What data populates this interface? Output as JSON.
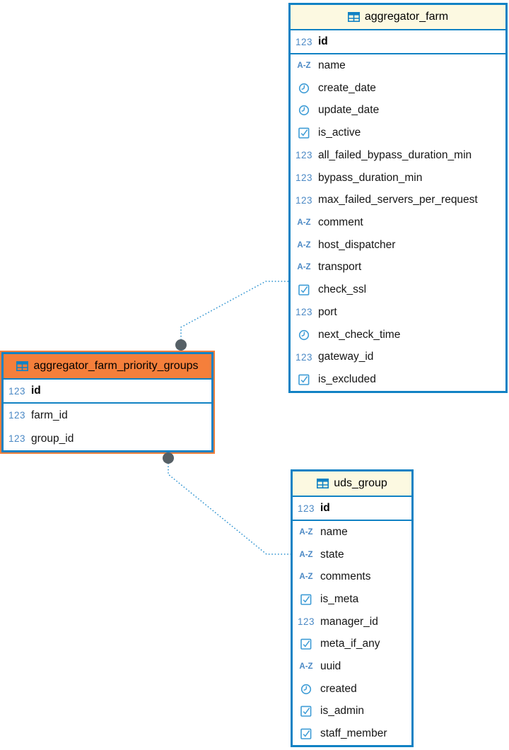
{
  "diagram": {
    "title": "database-entity-relationship-diagram",
    "colors": {
      "table_border": "#1182C4",
      "header_default_bg": "#FCF9E1",
      "header_selected_bg": "#F57F3B",
      "selection_outline": "#F57F3B",
      "relation_line": "#2E93D0",
      "anchor_dot": "#566066",
      "type_icon_text": "#4B89C5",
      "column_text": "#151515"
    },
    "type_icons": {
      "number": {
        "icon": "numeric-type-icon",
        "glyph": "123"
      },
      "text": {
        "icon": "text-type-icon",
        "glyph": "A-Z"
      },
      "datetime": {
        "icon": "datetime-type-icon",
        "glyph": "clock"
      },
      "boolean": {
        "icon": "boolean-type-icon",
        "glyph": "checkbox"
      }
    },
    "tables": [
      {
        "name": "aggregator_farm",
        "selected": false,
        "primary_key_columns": [
          {
            "name": "id",
            "type": "number"
          }
        ],
        "columns": [
          {
            "name": "name",
            "type": "text"
          },
          {
            "name": "create_date",
            "type": "datetime"
          },
          {
            "name": "update_date",
            "type": "datetime"
          },
          {
            "name": "is_active",
            "type": "boolean"
          },
          {
            "name": "all_failed_bypass_duration_min",
            "type": "number"
          },
          {
            "name": "bypass_duration_min",
            "type": "number"
          },
          {
            "name": "max_failed_servers_per_request",
            "type": "number"
          },
          {
            "name": "comment",
            "type": "text"
          },
          {
            "name": "host_dispatcher",
            "type": "text"
          },
          {
            "name": "transport",
            "type": "text"
          },
          {
            "name": "check_ssl",
            "type": "boolean"
          },
          {
            "name": "port",
            "type": "number"
          },
          {
            "name": "next_check_time",
            "type": "datetime"
          },
          {
            "name": "gateway_id",
            "type": "number"
          },
          {
            "name": "is_excluded",
            "type": "boolean"
          }
        ]
      },
      {
        "name": "aggregator_farm_priority_groups",
        "selected": true,
        "primary_key_columns": [
          {
            "name": "id",
            "type": "number"
          }
        ],
        "columns": [
          {
            "name": "farm_id",
            "type": "number"
          },
          {
            "name": "group_id",
            "type": "number"
          }
        ]
      },
      {
        "name": "uds_group",
        "selected": false,
        "primary_key_columns": [
          {
            "name": "id",
            "type": "number"
          }
        ],
        "columns": [
          {
            "name": "name",
            "type": "text"
          },
          {
            "name": "state",
            "type": "text"
          },
          {
            "name": "comments",
            "type": "text"
          },
          {
            "name": "is_meta",
            "type": "boolean"
          },
          {
            "name": "manager_id",
            "type": "number"
          },
          {
            "name": "meta_if_any",
            "type": "boolean"
          },
          {
            "name": "uuid",
            "type": "text"
          },
          {
            "name": "created",
            "type": "datetime"
          },
          {
            "name": "is_admin",
            "type": "boolean"
          },
          {
            "name": "staff_member",
            "type": "boolean"
          }
        ]
      }
    ],
    "relations": [
      {
        "from_table": "aggregator_farm",
        "to_table": "aggregator_farm_priority_groups"
      },
      {
        "from_table": "uds_group",
        "to_table": "aggregator_farm_priority_groups"
      }
    ]
  }
}
